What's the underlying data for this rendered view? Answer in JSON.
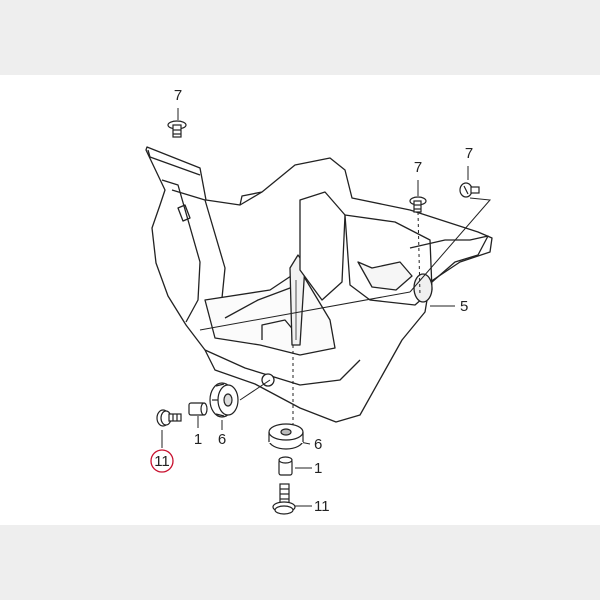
{
  "diagram": {
    "callouts": {
      "top_left_7": "7",
      "mid_right_7a": "7",
      "mid_right_7b": "7",
      "part_5": "5",
      "part_1_left": "1",
      "part_6_left": "6",
      "part_11_circled": "11",
      "part_6_right": "6",
      "part_1_right": "1",
      "part_11_right": "11"
    },
    "highlight_color": "#c8102e",
    "line_color": "#222222"
  }
}
